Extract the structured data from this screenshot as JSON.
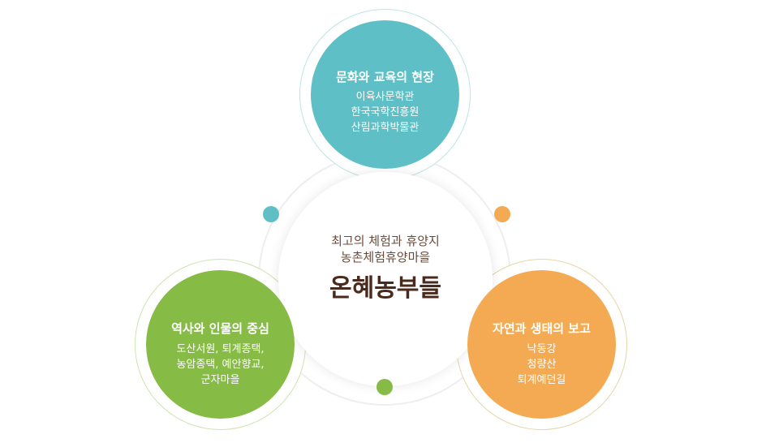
{
  "center": {
    "line1": "최고의 체험과 휴양지",
    "line2": "농촌체험휴양마을",
    "title": "온혜농부들"
  },
  "circles": {
    "top": {
      "title": "문화와 교육의 현장",
      "items": [
        "이육사문학관",
        "한국국학진흥원",
        "산림과학박물관"
      ],
      "color": "#5ec0c6"
    },
    "left": {
      "title": "역사와 인물의 중심",
      "items": [
        "도산서원, 퇴계종택,",
        "농암종택, 예안향교,",
        "군자마을"
      ],
      "color": "#86bb45"
    },
    "right": {
      "title": "자연과 생태의 보고",
      "items": [
        "낙동강",
        "청량산",
        "퇴계예던길"
      ],
      "color": "#f4aa52"
    }
  }
}
